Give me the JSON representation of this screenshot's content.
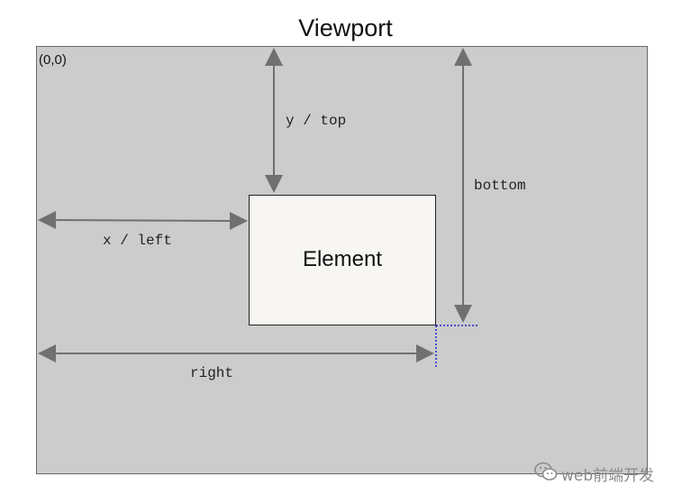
{
  "title": "Viewport",
  "origin_label": "(0,0)",
  "element_label": "Element",
  "labels": {
    "y_top": "y / top",
    "x_left": "x / left",
    "bottom": "bottom",
    "right": "right"
  },
  "watermark": {
    "icon": "wechat-icon",
    "text": "web前端开发"
  },
  "colors": {
    "viewport_fill": "#cccccc",
    "arrow": "#707070",
    "guide": "#2222cc"
  }
}
